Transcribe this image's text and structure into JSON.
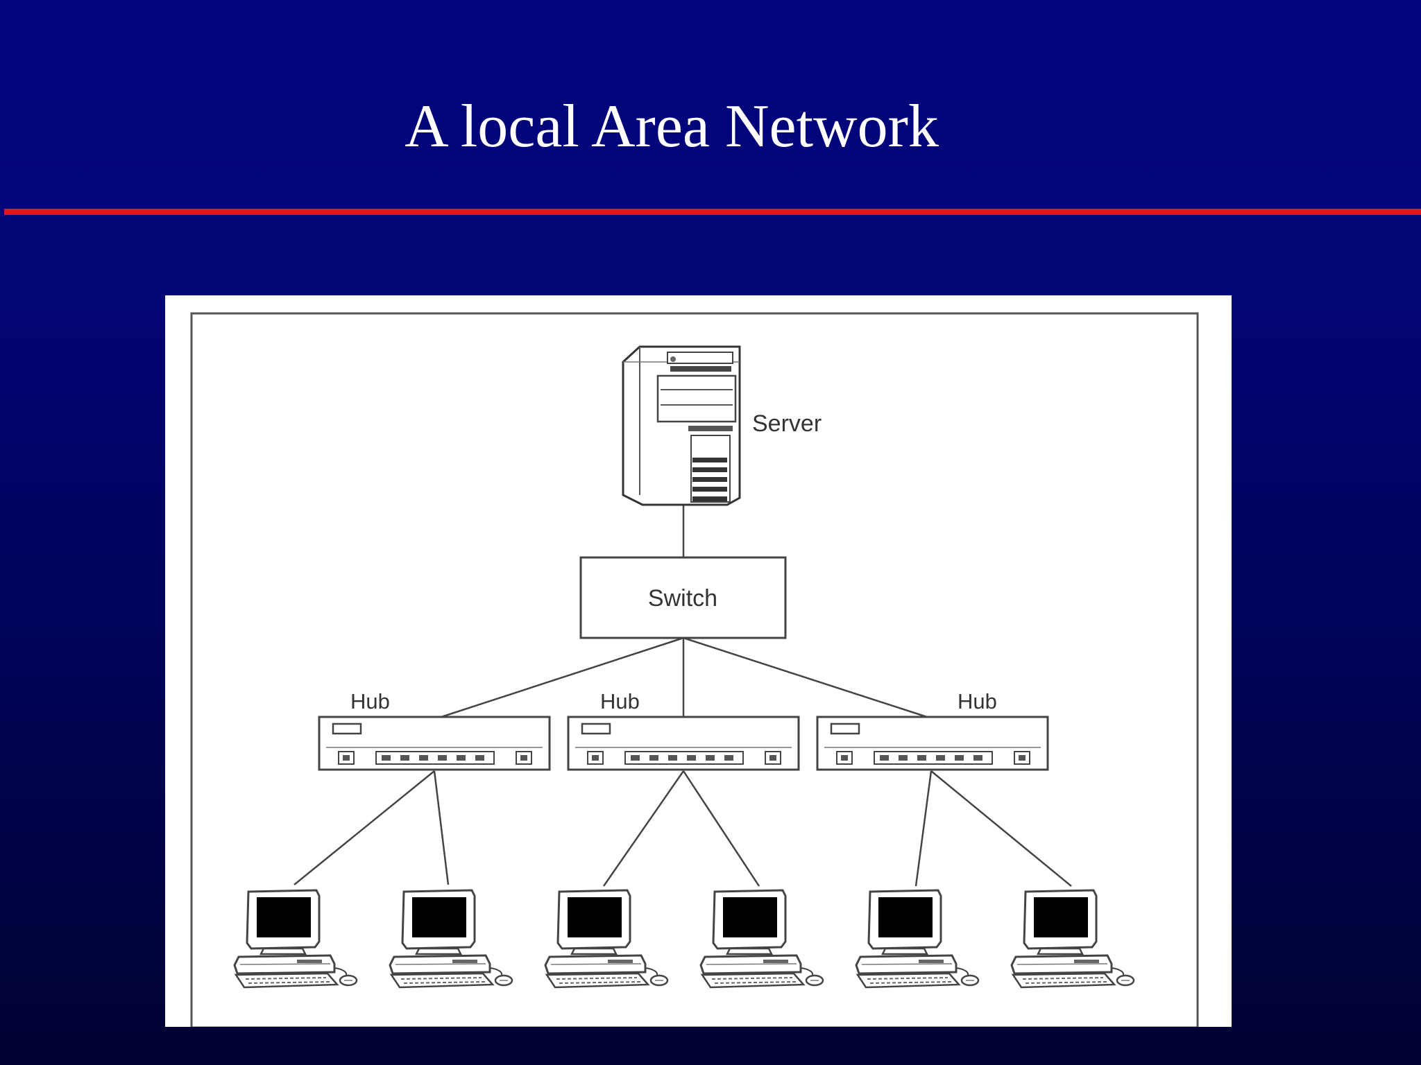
{
  "slide": {
    "title": "A local Area Network",
    "accent_color": "#e8102f",
    "background_color": "#02047e"
  },
  "diagram": {
    "server": {
      "label": "Server",
      "icon": "server-tower-icon"
    },
    "switch": {
      "label": "Switch"
    },
    "hubs": [
      {
        "label": "Hub",
        "icon": "hub-icon"
      },
      {
        "label": "Hub",
        "icon": "hub-icon"
      },
      {
        "label": "Hub",
        "icon": "hub-icon"
      }
    ],
    "computers": [
      {
        "icon": "desktop-computer-icon",
        "hub": 0
      },
      {
        "icon": "desktop-computer-icon",
        "hub": 0
      },
      {
        "icon": "desktop-computer-icon",
        "hub": 1
      },
      {
        "icon": "desktop-computer-icon",
        "hub": 1
      },
      {
        "icon": "desktop-computer-icon",
        "hub": 2
      },
      {
        "icon": "desktop-computer-icon",
        "hub": 2
      }
    ]
  }
}
